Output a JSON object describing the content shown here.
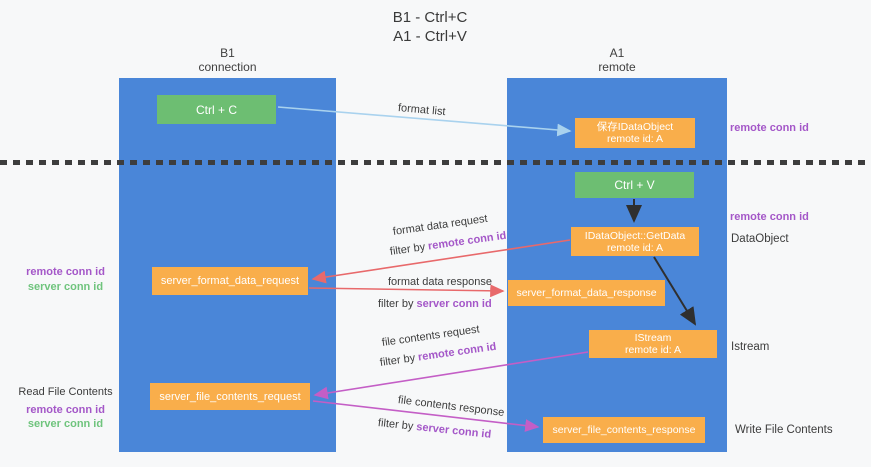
{
  "title": {
    "line1": "B1 - Ctrl+C",
    "line2": "A1 - Ctrl+V"
  },
  "lanes": {
    "left": {
      "name": "B1",
      "subtitle": "connection"
    },
    "right": {
      "name": "A1",
      "subtitle": "remote"
    }
  },
  "boxes": {
    "ctrl_c": "Ctrl + C",
    "ctrl_v": "Ctrl + V",
    "save_idataobject": {
      "line1": "保存IDataObject",
      "line2": "remote id: A"
    },
    "getdata": {
      "line1": "IDataObject::GetData",
      "line2": "remote id: A"
    },
    "istream": {
      "line1": "IStream",
      "line2": "remote id: A"
    },
    "format_request": "server_format_data_request",
    "format_response": "server_format_data_response",
    "file_request": "server_file_contents_request",
    "file_response": "server_file_contents_response"
  },
  "arrow_labels": {
    "format_list": "format list",
    "format_data_request": "format data request",
    "format_data_response": "format data response",
    "file_contents_request": "file contents request",
    "file_contents_response": "file contents response",
    "filter_prefix": "filter by ",
    "remote_conn_id": "remote conn id",
    "server_conn_id": "server conn id"
  },
  "side_labels": {
    "remote_conn_id_top_right": "remote conn id",
    "remote_conn_id_mid_right": "remote conn id",
    "dataobject": "DataObject",
    "istream": "Istream",
    "write_file_contents": "Write File Contents",
    "remote_conn_id_mid_left": "remote conn id",
    "server_conn_id_mid_left": "server conn id",
    "read_file_contents": "Read File Contents",
    "remote_conn_id_bottom_left": "remote conn id",
    "server_conn_id_bottom_left": "server conn id"
  },
  "colors": {
    "lane_blue": "#4a86d8",
    "box_green": "#6dbe72",
    "box_orange": "#f9ae4b",
    "arrow_light_blue": "#a9d2ee",
    "arrow_black": "#2f2f2f",
    "arrow_red": "#e8696b",
    "arrow_magenta": "#c45ec6",
    "text_purple": "#a457c8",
    "text_green": "#6fc47d",
    "background": "#f7f8f9"
  }
}
